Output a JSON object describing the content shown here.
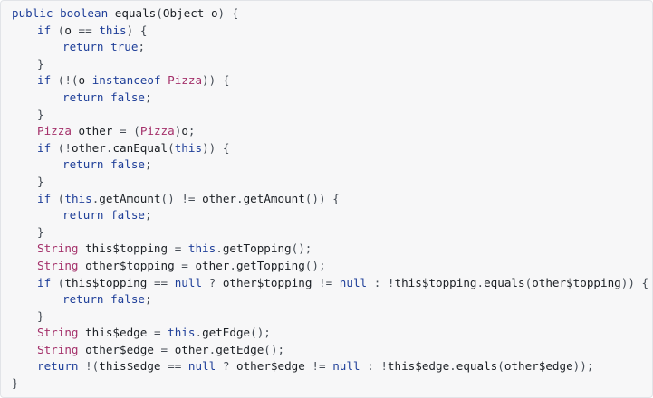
{
  "code": {
    "language": "java",
    "lines": [
      {
        "indent": 0,
        "tokens": [
          {
            "t": "public",
            "c": "kw"
          },
          {
            "t": " "
          },
          {
            "t": "boolean",
            "c": "kw"
          },
          {
            "t": " "
          },
          {
            "t": "equals",
            "c": "id"
          },
          {
            "t": "(",
            "c": "pun"
          },
          {
            "t": "Object",
            "c": "id"
          },
          {
            "t": " "
          },
          {
            "t": "o",
            "c": "id"
          },
          {
            "t": ")",
            "c": "pun"
          },
          {
            "t": " "
          },
          {
            "t": "{",
            "c": "pun"
          }
        ]
      },
      {
        "indent": 1,
        "tokens": [
          {
            "t": "if",
            "c": "kw"
          },
          {
            "t": " "
          },
          {
            "t": "(",
            "c": "pun"
          },
          {
            "t": "o",
            "c": "id"
          },
          {
            "t": " "
          },
          {
            "t": "==",
            "c": "pun"
          },
          {
            "t": " "
          },
          {
            "t": "this",
            "c": "kw"
          },
          {
            "t": ")",
            "c": "pun"
          },
          {
            "t": " "
          },
          {
            "t": "{",
            "c": "pun"
          }
        ]
      },
      {
        "indent": 2,
        "tokens": [
          {
            "t": "return",
            "c": "kw"
          },
          {
            "t": " "
          },
          {
            "t": "true",
            "c": "kw"
          },
          {
            "t": ";",
            "c": "pun"
          }
        ]
      },
      {
        "indent": 1,
        "tokens": [
          {
            "t": "}",
            "c": "pun"
          }
        ]
      },
      {
        "indent": 1,
        "tokens": [
          {
            "t": "if",
            "c": "kw"
          },
          {
            "t": " "
          },
          {
            "t": "(!(",
            "c": "pun"
          },
          {
            "t": "o",
            "c": "id"
          },
          {
            "t": " "
          },
          {
            "t": "instanceof",
            "c": "kw"
          },
          {
            "t": " "
          },
          {
            "t": "Pizza",
            "c": "type"
          },
          {
            "t": "))",
            "c": "pun"
          },
          {
            "t": " "
          },
          {
            "t": "{",
            "c": "pun"
          }
        ]
      },
      {
        "indent": 2,
        "tokens": [
          {
            "t": "return",
            "c": "kw"
          },
          {
            "t": " "
          },
          {
            "t": "false",
            "c": "kw"
          },
          {
            "t": ";",
            "c": "pun"
          }
        ]
      },
      {
        "indent": 1,
        "tokens": [
          {
            "t": "}",
            "c": "pun"
          }
        ]
      },
      {
        "indent": 1,
        "tokens": [
          {
            "t": "Pizza",
            "c": "type"
          },
          {
            "t": " "
          },
          {
            "t": "other",
            "c": "id"
          },
          {
            "t": " "
          },
          {
            "t": "=",
            "c": "pun"
          },
          {
            "t": " "
          },
          {
            "t": "(",
            "c": "pun"
          },
          {
            "t": "Pizza",
            "c": "type"
          },
          {
            "t": ")",
            "c": "pun"
          },
          {
            "t": "o",
            "c": "id"
          },
          {
            "t": ";",
            "c": "pun"
          }
        ]
      },
      {
        "indent": 1,
        "tokens": [
          {
            "t": "if",
            "c": "kw"
          },
          {
            "t": " "
          },
          {
            "t": "(!",
            "c": "pun"
          },
          {
            "t": "other",
            "c": "id"
          },
          {
            "t": ".",
            "c": "pun"
          },
          {
            "t": "canEqual",
            "c": "id"
          },
          {
            "t": "(",
            "c": "pun"
          },
          {
            "t": "this",
            "c": "kw"
          },
          {
            "t": "))",
            "c": "pun"
          },
          {
            "t": " "
          },
          {
            "t": "{",
            "c": "pun"
          }
        ]
      },
      {
        "indent": 2,
        "tokens": [
          {
            "t": "return",
            "c": "kw"
          },
          {
            "t": " "
          },
          {
            "t": "false",
            "c": "kw"
          },
          {
            "t": ";",
            "c": "pun"
          }
        ]
      },
      {
        "indent": 1,
        "tokens": [
          {
            "t": "}",
            "c": "pun"
          }
        ]
      },
      {
        "indent": 1,
        "tokens": [
          {
            "t": "if",
            "c": "kw"
          },
          {
            "t": " "
          },
          {
            "t": "(",
            "c": "pun"
          },
          {
            "t": "this",
            "c": "kw"
          },
          {
            "t": ".",
            "c": "pun"
          },
          {
            "t": "getAmount",
            "c": "id"
          },
          {
            "t": "()",
            "c": "pun"
          },
          {
            "t": " "
          },
          {
            "t": "!=",
            "c": "pun"
          },
          {
            "t": " "
          },
          {
            "t": "other",
            "c": "id"
          },
          {
            "t": ".",
            "c": "pun"
          },
          {
            "t": "getAmount",
            "c": "id"
          },
          {
            "t": "())",
            "c": "pun"
          },
          {
            "t": " "
          },
          {
            "t": "{",
            "c": "pun"
          }
        ]
      },
      {
        "indent": 2,
        "tokens": [
          {
            "t": "return",
            "c": "kw"
          },
          {
            "t": " "
          },
          {
            "t": "false",
            "c": "kw"
          },
          {
            "t": ";",
            "c": "pun"
          }
        ]
      },
      {
        "indent": 1,
        "tokens": [
          {
            "t": "}",
            "c": "pun"
          }
        ]
      },
      {
        "indent": 1,
        "tokens": [
          {
            "t": "String",
            "c": "type"
          },
          {
            "t": " "
          },
          {
            "t": "this$topping",
            "c": "id"
          },
          {
            "t": " "
          },
          {
            "t": "=",
            "c": "pun"
          },
          {
            "t": " "
          },
          {
            "t": "this",
            "c": "kw"
          },
          {
            "t": ".",
            "c": "pun"
          },
          {
            "t": "getTopping",
            "c": "id"
          },
          {
            "t": "();",
            "c": "pun"
          }
        ]
      },
      {
        "indent": 1,
        "tokens": [
          {
            "t": "String",
            "c": "type"
          },
          {
            "t": " "
          },
          {
            "t": "other$topping",
            "c": "id"
          },
          {
            "t": " "
          },
          {
            "t": "=",
            "c": "pun"
          },
          {
            "t": " "
          },
          {
            "t": "other",
            "c": "id"
          },
          {
            "t": ".",
            "c": "pun"
          },
          {
            "t": "getTopping",
            "c": "id"
          },
          {
            "t": "();",
            "c": "pun"
          }
        ]
      },
      {
        "indent": 1,
        "tokens": [
          {
            "t": "if",
            "c": "kw"
          },
          {
            "t": " "
          },
          {
            "t": "(",
            "c": "pun"
          },
          {
            "t": "this$topping",
            "c": "id"
          },
          {
            "t": " "
          },
          {
            "t": "==",
            "c": "pun"
          },
          {
            "t": " "
          },
          {
            "t": "null",
            "c": "kw"
          },
          {
            "t": " "
          },
          {
            "t": "?",
            "c": "pun"
          },
          {
            "t": " "
          },
          {
            "t": "other$topping",
            "c": "id"
          },
          {
            "t": " "
          },
          {
            "t": "!=",
            "c": "pun"
          },
          {
            "t": " "
          },
          {
            "t": "null",
            "c": "kw"
          },
          {
            "t": " "
          },
          {
            "t": ":",
            "c": "pun"
          },
          {
            "t": " "
          },
          {
            "t": "!",
            "c": "pun"
          },
          {
            "t": "this$topping",
            "c": "id"
          },
          {
            "t": ".",
            "c": "pun"
          },
          {
            "t": "equals",
            "c": "id"
          },
          {
            "t": "(",
            "c": "pun"
          },
          {
            "t": "other$topping",
            "c": "id"
          },
          {
            "t": "))",
            "c": "pun"
          },
          {
            "t": " "
          },
          {
            "t": "{",
            "c": "pun"
          }
        ]
      },
      {
        "indent": 2,
        "tokens": [
          {
            "t": "return",
            "c": "kw"
          },
          {
            "t": " "
          },
          {
            "t": "false",
            "c": "kw"
          },
          {
            "t": ";",
            "c": "pun"
          }
        ]
      },
      {
        "indent": 1,
        "tokens": [
          {
            "t": "}",
            "c": "pun"
          }
        ]
      },
      {
        "indent": 1,
        "tokens": [
          {
            "t": "String",
            "c": "type"
          },
          {
            "t": " "
          },
          {
            "t": "this$edge",
            "c": "id"
          },
          {
            "t": " "
          },
          {
            "t": "=",
            "c": "pun"
          },
          {
            "t": " "
          },
          {
            "t": "this",
            "c": "kw"
          },
          {
            "t": ".",
            "c": "pun"
          },
          {
            "t": "getEdge",
            "c": "id"
          },
          {
            "t": "();",
            "c": "pun"
          }
        ]
      },
      {
        "indent": 1,
        "tokens": [
          {
            "t": "String",
            "c": "type"
          },
          {
            "t": " "
          },
          {
            "t": "other$edge",
            "c": "id"
          },
          {
            "t": " "
          },
          {
            "t": "=",
            "c": "pun"
          },
          {
            "t": " "
          },
          {
            "t": "other",
            "c": "id"
          },
          {
            "t": ".",
            "c": "pun"
          },
          {
            "t": "getEdge",
            "c": "id"
          },
          {
            "t": "();",
            "c": "pun"
          }
        ]
      },
      {
        "indent": 1,
        "tokens": [
          {
            "t": "return",
            "c": "kw"
          },
          {
            "t": " "
          },
          {
            "t": "!(",
            "c": "pun"
          },
          {
            "t": "this$edge",
            "c": "id"
          },
          {
            "t": " "
          },
          {
            "t": "==",
            "c": "pun"
          },
          {
            "t": " "
          },
          {
            "t": "null",
            "c": "kw"
          },
          {
            "t": " "
          },
          {
            "t": "?",
            "c": "pun"
          },
          {
            "t": " "
          },
          {
            "t": "other$edge",
            "c": "id"
          },
          {
            "t": " "
          },
          {
            "t": "!=",
            "c": "pun"
          },
          {
            "t": " "
          },
          {
            "t": "null",
            "c": "kw"
          },
          {
            "t": " "
          },
          {
            "t": ":",
            "c": "pun"
          },
          {
            "t": " "
          },
          {
            "t": "!",
            "c": "pun"
          },
          {
            "t": "this$edge",
            "c": "id"
          },
          {
            "t": ".",
            "c": "pun"
          },
          {
            "t": "equals",
            "c": "id"
          },
          {
            "t": "(",
            "c": "pun"
          },
          {
            "t": "other$edge",
            "c": "id"
          },
          {
            "t": "));",
            "c": "pun"
          }
        ]
      },
      {
        "indent": 0,
        "tokens": [
          {
            "t": "}",
            "c": "pun"
          }
        ]
      }
    ]
  }
}
